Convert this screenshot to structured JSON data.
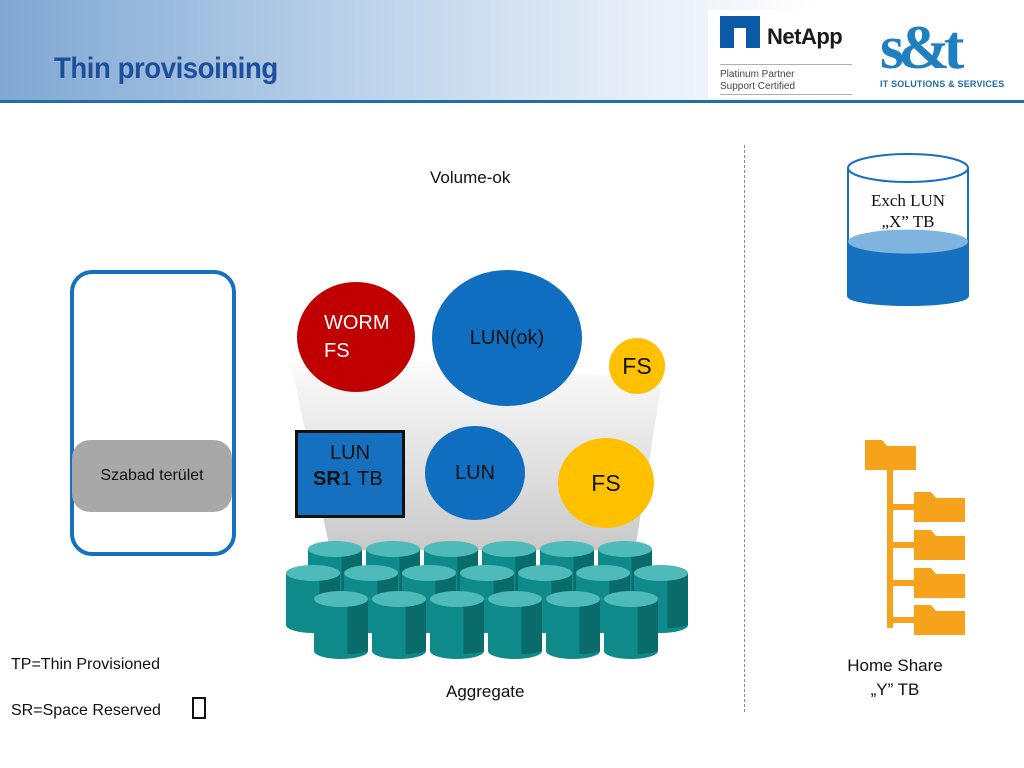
{
  "header": {
    "title": "Thin provisoining",
    "partner_logo": {
      "brand": "NetApp",
      "tier": "Platinum Partner",
      "certification": "Support Certified"
    },
    "company_logo": {
      "brand": "s&t",
      "tagline": "IT SOLUTIONS & SERVICES"
    }
  },
  "diagram": {
    "volume_label": "Volume-ok",
    "aggregate_label": "Aggregate",
    "free_space_label": "Szabad terület",
    "volumes": {
      "worm_line1": "WORM",
      "worm_line2": "FS",
      "lun_ok": "LUN(ok)",
      "fs_small": "FS",
      "lun_sr_line1": "LUN",
      "lun_sr_bold": "SR",
      "lun_sr_rest": "1 TB",
      "lun": "LUN",
      "fs_big": "FS"
    },
    "exchange": {
      "line1": "Exch LUN",
      "line2": "„X” TB",
      "fill_fraction": 0.55
    },
    "home_share": {
      "line1": "Home Share",
      "line2": "„Y” TB"
    }
  },
  "legend": {
    "tp": "TP=Thin Provisioned",
    "sr": "SR=Space Reserved"
  },
  "colors": {
    "title": "#1d4f9c",
    "blue": "#1570c0",
    "red": "#c00000",
    "yellow": "#ffc000",
    "teal_disk": "#0f8a8a",
    "folder_orange": "#f7a21b"
  },
  "icons": [
    "netapp-logo-icon",
    "disk-cylinder-icon",
    "folder-icon",
    "database-cylinder-icon"
  ]
}
